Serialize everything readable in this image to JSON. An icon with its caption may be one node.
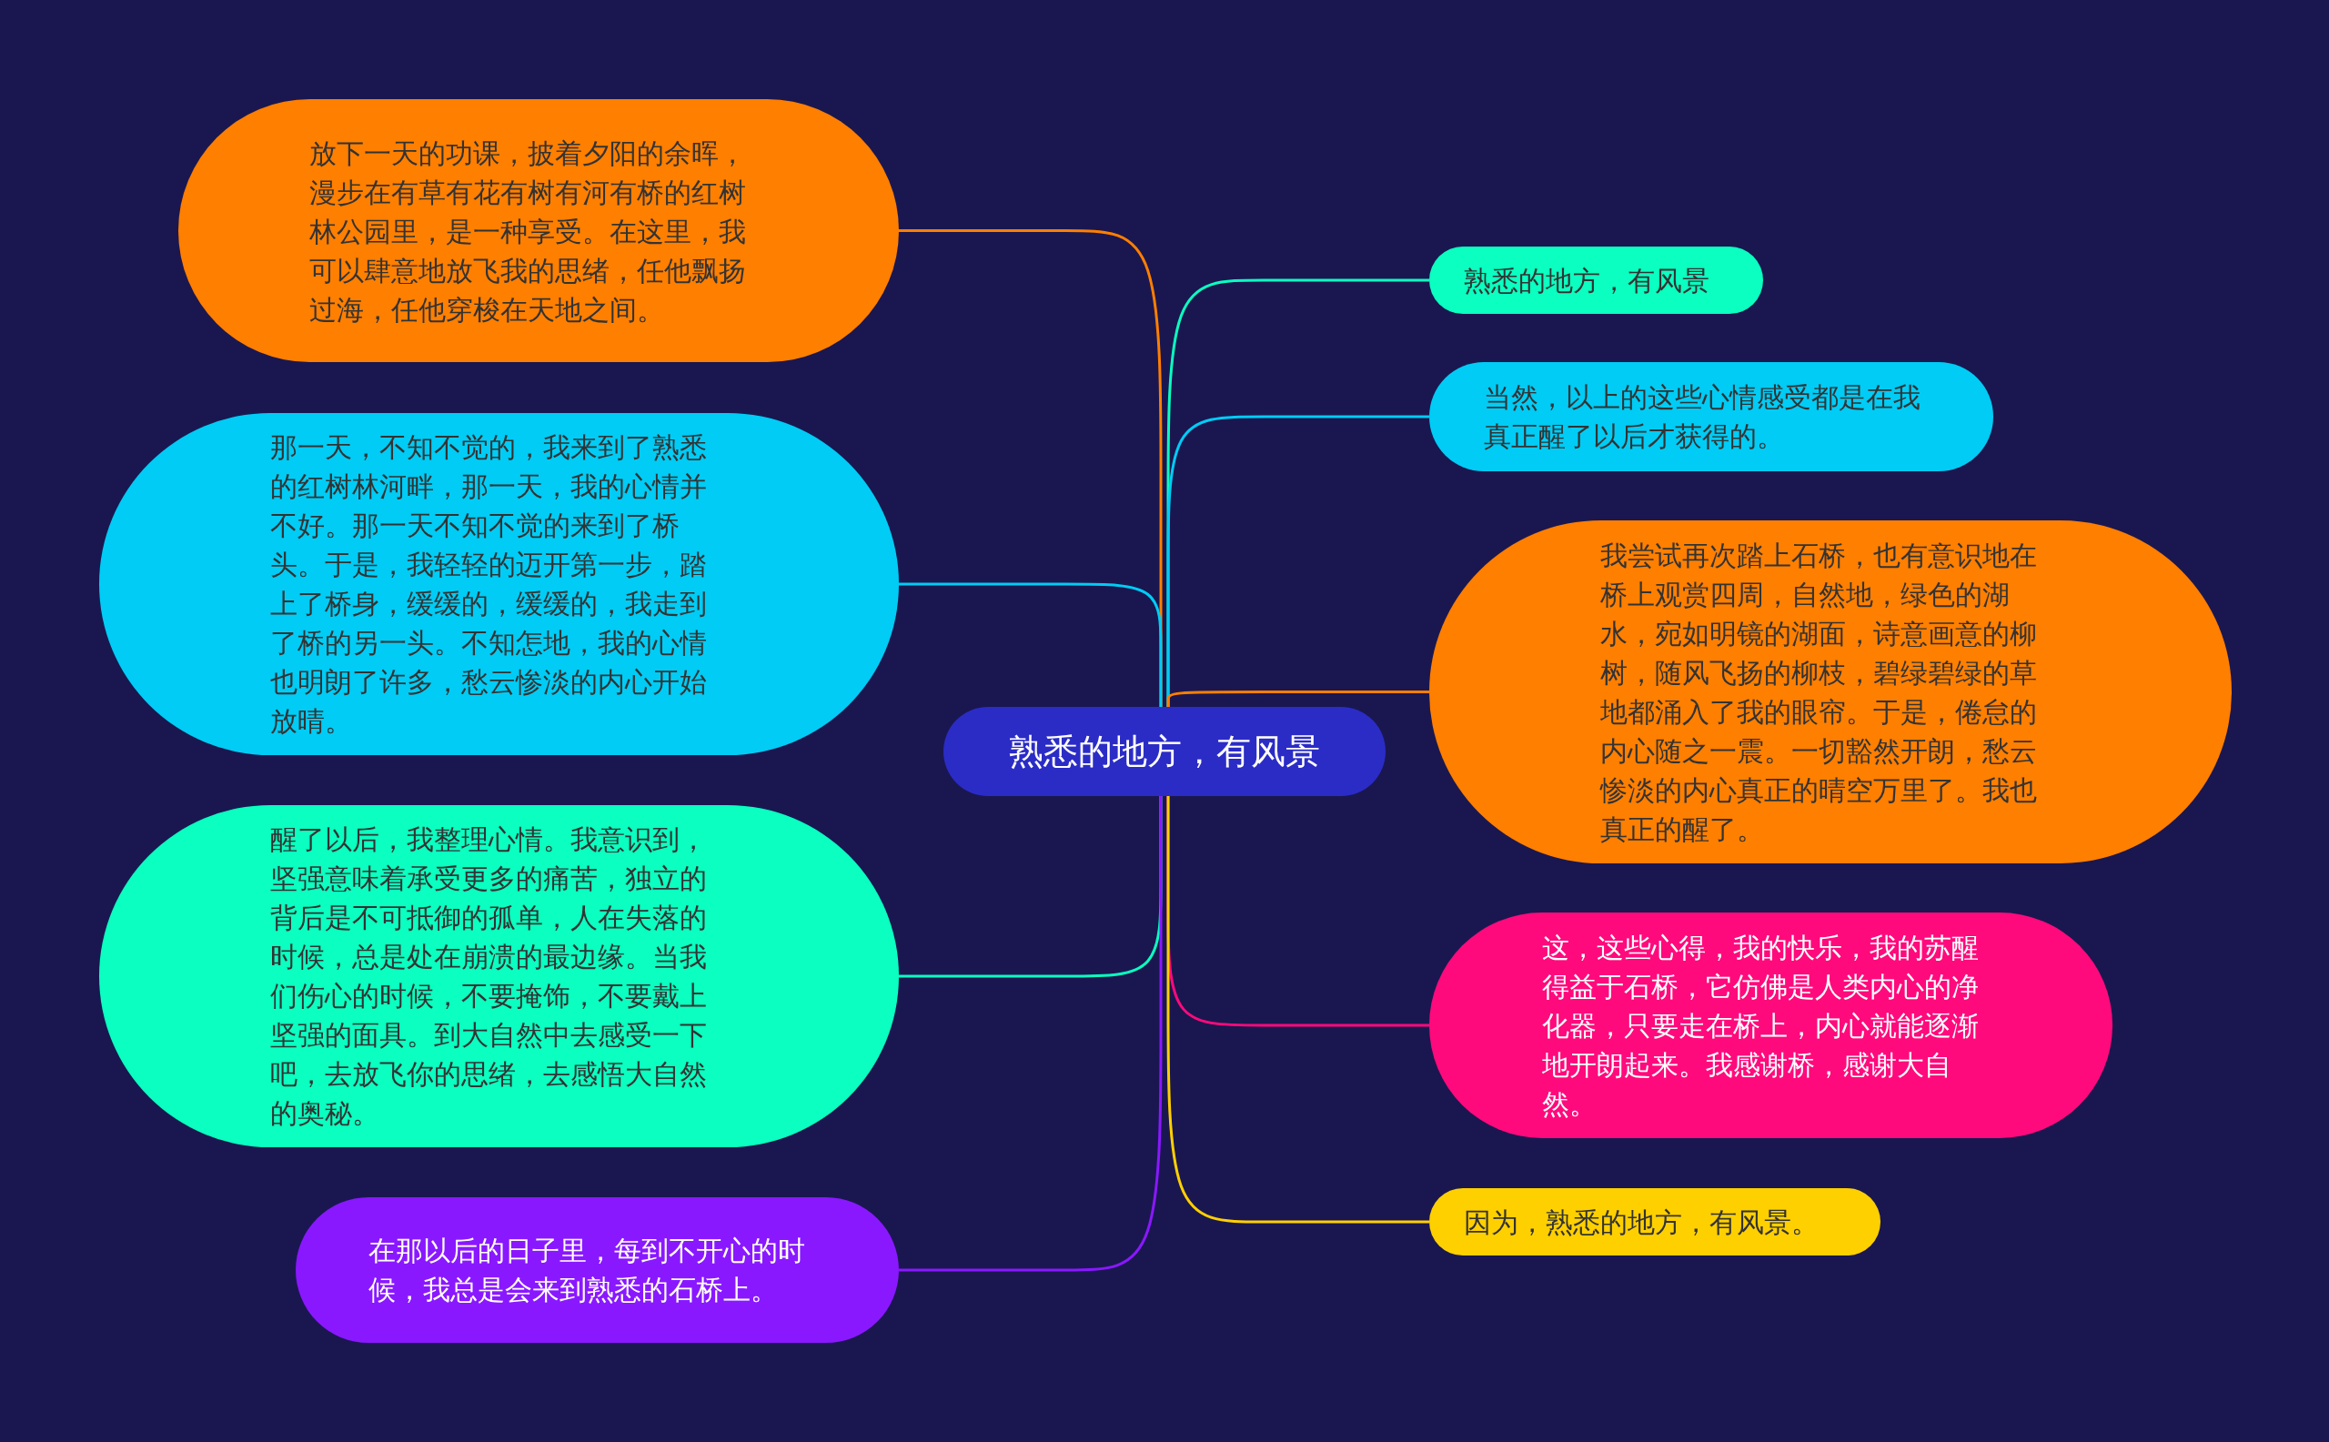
{
  "diagram": {
    "nodes": [
      {
        "text": [
          "熟悉的地方，有风景"
        ]
      },
      {
        "text": [
          "放下一天的功课，披着夕阳的余晖，漫步在有草有花有树有河有桥的红树林公园里，是一种享受。在这里，我可以肆意地放飞我的思绪，任他飘扬过海，任他穿梭在天地之间。"
        ]
      },
      {
        "text": [
          "那一天，不知不觉的，我来到了熟悉的红树林河畔，那一天，我的心情并不好。那一天不知不觉的来到了桥头。于是，我轻轻的迈开第一步，踏上了桥身，缓缓的，缓缓的，我走到了桥的另一头。不知怎地，我的心情也明朗了许多，愁云惨淡的内心开始放晴。"
        ]
      },
      {
        "text": [
          "醒了以后，我整理心情。我意识到，坚强意味着承受更多的痛苦，独立的背后是不可抵御的孤单，人在失落的时候，总是处在崩溃的最边缘。当我们伤心的时候，不要掩饰，不要戴上坚强的面具。到大自然中去感受一下吧，去放飞你的思绪，去感悟大自然的奥秘。"
        ]
      },
      {
        "text": [
          "在那以后的日子里，每到不开心的时候，我总是会来到熟悉的石桥上。"
        ]
      },
      {
        "text": [
          "熟悉的地方，有风景"
        ]
      },
      {
        "text": [
          "当然，以上的这些心情感受都是在我真正醒了以后才获得的。"
        ]
      },
      {
        "text": [
          "我尝试再次踏上石桥，也有意识地在桥上观赏四周，自然地，绿色的湖水，宛如明镜的湖面，诗意画意的柳树，随风飞扬的柳枝，碧绿碧绿的草地都涌入了我的眼帘。于是，倦怠的内心随之一震。一切豁然开朗，愁云惨淡的内心真正的晴空万里了。我也真正的醒了。"
        ]
      },
      {
        "text": [
          "这，这些心得，我的快乐，我的苏醒得益于石桥，它仿佛是人类内心的净化器，只要走在桥上，内心就能逐渐地开朗起来。我感谢桥，感谢大自然。"
        ]
      },
      {
        "text": [
          "因为，熟悉的地方，有风景。"
        ]
      }
    ],
    "edges": [
      {
        "from": 0,
        "to": 1,
        "arrow": "none",
        "color": "#ff7f00"
      },
      {
        "from": 0,
        "to": 2,
        "arrow": "none",
        "color": "#00ccf5"
      },
      {
        "from": 0,
        "to": 3,
        "arrow": "none",
        "color": "#0affc0"
      },
      {
        "from": 0,
        "to": 4,
        "arrow": "none",
        "color": "#8a18ff"
      },
      {
        "from": 0,
        "to": 5,
        "arrow": "none",
        "color": "#0affc0"
      },
      {
        "from": 0,
        "to": 6,
        "arrow": "none",
        "color": "#00ccf5"
      },
      {
        "from": 0,
        "to": 7,
        "arrow": "none",
        "color": "#ff7f00"
      },
      {
        "from": 0,
        "to": 8,
        "arrow": "none",
        "color": "#ff0a7c"
      },
      {
        "from": 0,
        "to": 9,
        "arrow": "none",
        "color": "#ffd000"
      }
    ]
  }
}
